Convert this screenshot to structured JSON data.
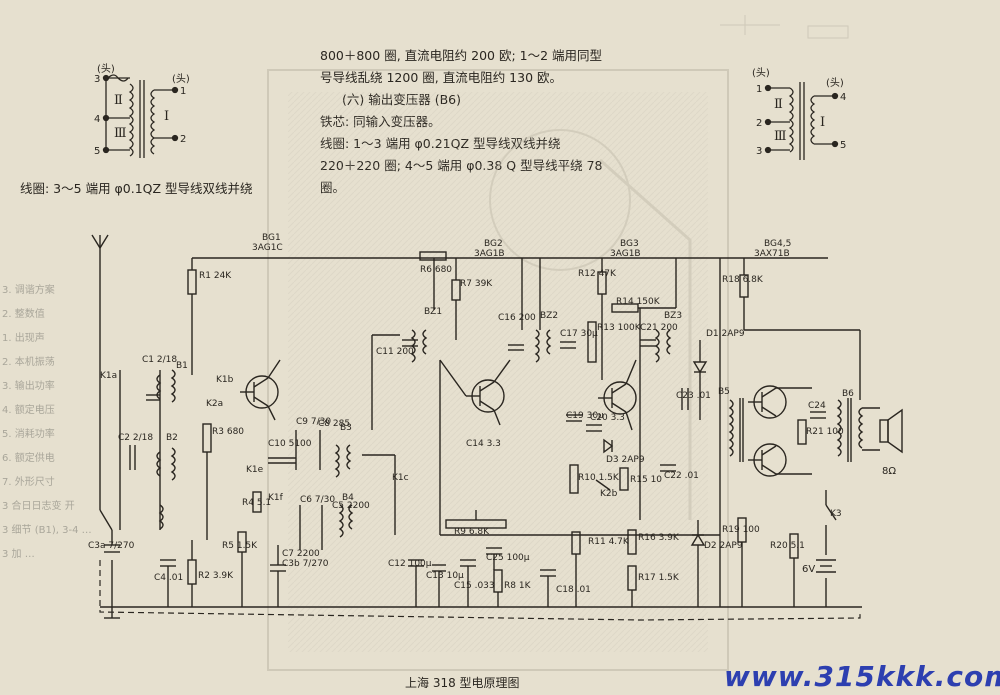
{
  "notes": {
    "left_wire": "线圈: 3～5 端用 φ0.1QZ 型导线双线并绕",
    "top_lines": [
      "800＋800 圈, 直流电阻约 200 欧; 1～2 端用同型",
      "号导线乱绕 1200 圈, 直流电阻约 130 欧。",
      "(六) 输出变压器 (B6)",
      "铁芯: 同输入变压器。",
      "线圈: 1～3 端用 φ0.21QZ 型导线双线并绕",
      "220＋220 圈; 4～5 端用 φ0.38 Q 型导线平绕 78",
      "圈。"
    ]
  },
  "left_bleed": [
    "3. 调谐方案",
    "2. 整数值",
    "1. 出现声",
    "2. 本机振荡",
    "3. 输出功率",
    "4. 额定电压",
    "5. 消耗功率",
    "6. 额定供电",
    "7. 外形尺寸",
    "  3 合日日志变 开",
    "3 细节 (B1), 3-4 …",
    "3 加 …",
    "  "
  ],
  "transformers": {
    "tl": {
      "head1": "(头)",
      "head2": "(头)",
      "pins": [
        "3",
        "4",
        "5",
        "1",
        "2"
      ],
      "windings": [
        "Ⅱ",
        "Ⅲ",
        "Ⅰ"
      ]
    },
    "tr": {
      "head1": "(头)",
      "head2": "(头)",
      "pins": [
        "1",
        "2",
        "3",
        "4",
        "5"
      ],
      "windings": [
        "Ⅱ",
        "Ⅲ",
        "Ⅰ"
      ]
    }
  },
  "transistors": [
    {
      "ref": "BG1",
      "type": "3AG1C"
    },
    {
      "ref": "BG2",
      "type": "3AG1B"
    },
    {
      "ref": "BG3",
      "type": "3AG1B"
    },
    {
      "ref": "BG4,5",
      "type": "3AX71B"
    }
  ],
  "resistors": [
    {
      "ref": "R1",
      "value": "24K"
    },
    {
      "ref": "R6",
      "value": "680"
    },
    {
      "ref": "R7",
      "value": "39K"
    },
    {
      "ref": "R12",
      "value": "47K"
    },
    {
      "ref": "R14",
      "value": "150K"
    },
    {
      "ref": "R13",
      "value": "100K"
    },
    {
      "ref": "R18",
      "value": "6.8K"
    },
    {
      "ref": "R3",
      "value": "680"
    },
    {
      "ref": "R4",
      "value": "5.1"
    },
    {
      "ref": "R5",
      "value": "1.5K"
    },
    {
      "ref": "R2",
      "value": "3.9K"
    },
    {
      "ref": "R9",
      "value": "6.8K"
    },
    {
      "ref": "R8",
      "value": "1K"
    },
    {
      "ref": "R10",
      "value": "1.5K"
    },
    {
      "ref": "R15",
      "value": "10"
    },
    {
      "ref": "R11",
      "value": "4.7K"
    },
    {
      "ref": "R16",
      "value": "3.9K"
    },
    {
      "ref": "R17",
      "value": "1.5K"
    },
    {
      "ref": "R19",
      "value": "100"
    },
    {
      "ref": "R20",
      "value": "5.1"
    },
    {
      "ref": "R21",
      "value": "100"
    }
  ],
  "capacitors": [
    {
      "ref": "C1",
      "value": "2/18"
    },
    {
      "ref": "C2",
      "value": "2/18"
    },
    {
      "ref": "C3a",
      "value": "7/270"
    },
    {
      "ref": "C3b",
      "value": "7/270"
    },
    {
      "ref": "C4",
      "value": ".01"
    },
    {
      "ref": "C5",
      "value": "2200"
    },
    {
      "ref": "C6",
      "value": "7/30"
    },
    {
      "ref": "C7",
      "value": "2200"
    },
    {
      "ref": "C8",
      "value": "285"
    },
    {
      "ref": "C9",
      "value": "7/30"
    },
    {
      "ref": "C10",
      "value": "5100"
    },
    {
      "ref": "C11",
      "value": "200"
    },
    {
      "ref": "C12",
      "value": "100μ"
    },
    {
      "ref": "C13",
      "value": "10μ"
    },
    {
      "ref": "C14",
      "value": "3.3"
    },
    {
      "ref": "C15",
      "value": ".033"
    },
    {
      "ref": "C16",
      "value": "200"
    },
    {
      "ref": "C17",
      "value": "30μ"
    },
    {
      "ref": "C18",
      "value": ".01"
    },
    {
      "ref": "C19",
      "value": "30μ"
    },
    {
      "ref": "C20",
      "value": "3.3"
    },
    {
      "ref": "C21",
      "value": "200"
    },
    {
      "ref": "C22",
      "value": ".01"
    },
    {
      "ref": "C23",
      "value": ".01"
    },
    {
      "ref": "C24",
      "value": ""
    },
    {
      "ref": "C25",
      "value": "100μ"
    }
  ],
  "coils": [
    "B1",
    "B2",
    "B3",
    "B4",
    "B5",
    "B6",
    "BZ1",
    "BZ2",
    "BZ3"
  ],
  "diodes": [
    {
      "ref": "D1",
      "type": "2AP9"
    },
    {
      "ref": "D2",
      "type": "2AP9"
    },
    {
      "ref": "D3",
      "type": "2AP9"
    }
  ],
  "switches": [
    "K1a",
    "K1b",
    "K1c",
    "K1e",
    "K1f",
    "K2a",
    "K2b",
    "K3"
  ],
  "speaker": "8Ω",
  "battery": "6V",
  "caption": "上海 318 型电原理图",
  "watermark": "www.315kkk.com",
  "colors": {
    "paper": "#e6e0cf",
    "ink": "#2a2620",
    "bleed": "#b2aea2",
    "watermark": "#2d3fb0"
  }
}
